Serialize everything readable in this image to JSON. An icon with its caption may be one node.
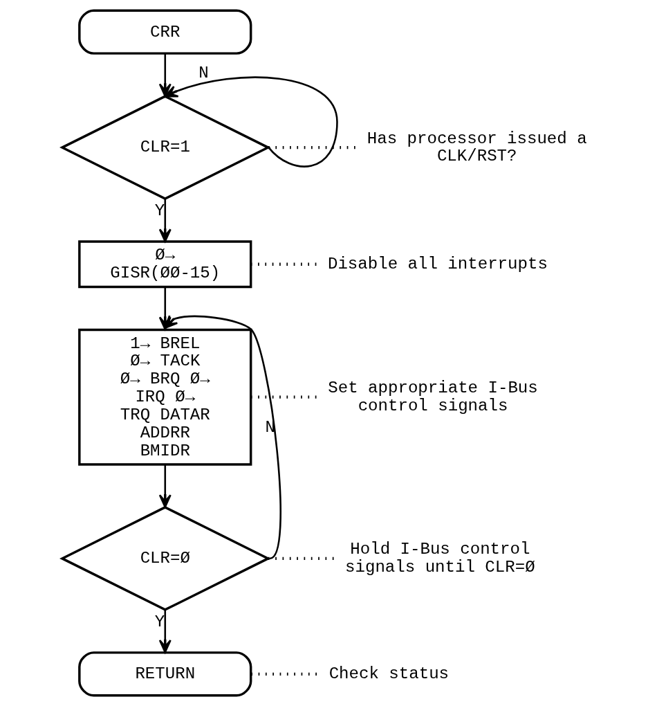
{
  "diagram": {
    "nodes": [
      {
        "text": [
          "CRR"
        ]
      },
      {
        "text": [
          "CLR=1"
        ]
      },
      {
        "text": [
          "Ø→ GISR(ØØ-15)"
        ]
      },
      {
        "text": [
          "1→ BREL Ø→ TACK Ø→ BRQ Ø→ IRQ Ø→ TRQ DATAR ADDRR BMIDR"
        ]
      },
      {
        "text": [
          "CLR=Ø"
        ]
      },
      {
        "text": [
          "RETURN"
        ]
      },
      {
        "text": [
          "Has processor issued a CLK/RST?"
        ]
      },
      {
        "text": [
          "Disable all interrupts"
        ]
      },
      {
        "text": [
          "Set appropriate I-Bus control signals"
        ]
      },
      {
        "text": [
          "Hold I-Bus control signals until CLR=Ø"
        ]
      },
      {
        "text": [
          "Check status"
        ]
      }
    ],
    "edges": [
      {
        "from": 0,
        "to": 1,
        "arrow": "to"
      },
      {
        "from": 1,
        "to": 1,
        "arrow": "to",
        "label": "N"
      },
      {
        "from": 1,
        "to": 2,
        "arrow": "to",
        "label": "Y"
      },
      {
        "from": 2,
        "to": 3,
        "arrow": "to"
      },
      {
        "from": 3,
        "to": 4,
        "arrow": "to"
      },
      {
        "from": 4,
        "to": 3,
        "arrow": "to",
        "label": "N"
      },
      {
        "from": 4,
        "to": 5,
        "arrow": "to",
        "label": "Y"
      },
      {
        "from": 1,
        "to": 6,
        "arrow": "none",
        "style": "dashed"
      },
      {
        "from": 2,
        "to": 7,
        "arrow": "none",
        "style": "dashed"
      },
      {
        "from": 3,
        "to": 8,
        "arrow": "none",
        "style": "dashed"
      },
      {
        "from": 4,
        "to": 9,
        "arrow": "none",
        "style": "dashed"
      },
      {
        "from": 5,
        "to": 10,
        "arrow": "none",
        "style": "dashed"
      }
    ]
  }
}
